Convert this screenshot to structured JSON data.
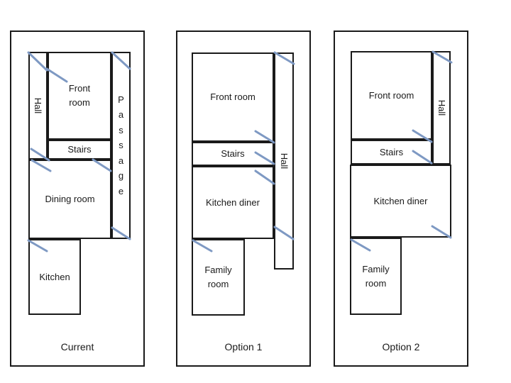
{
  "panels": [
    {
      "caption": "Current",
      "rooms": {
        "hall": "Hall",
        "front_room": "Front room",
        "stairs": "Stairs",
        "passage": "Passage",
        "dining_room": "Dining room",
        "kitchen": "Kitchen"
      }
    },
    {
      "caption": "Option 1",
      "rooms": {
        "front_room": "Front room",
        "hall": "Hall",
        "stairs": "Stairs",
        "kitchen_diner": "Kitchen diner",
        "family_room": "Family room"
      }
    },
    {
      "caption": "Option 2",
      "rooms": {
        "front_room": "Front room",
        "hall": "Hall",
        "stairs": "Stairs",
        "kitchen_diner": "Kitchen diner",
        "family_room": "Family room"
      }
    }
  ],
  "colors": {
    "wall": "#1a1a1a",
    "door_swing": "#7e99c3",
    "background": "#ffffff"
  }
}
